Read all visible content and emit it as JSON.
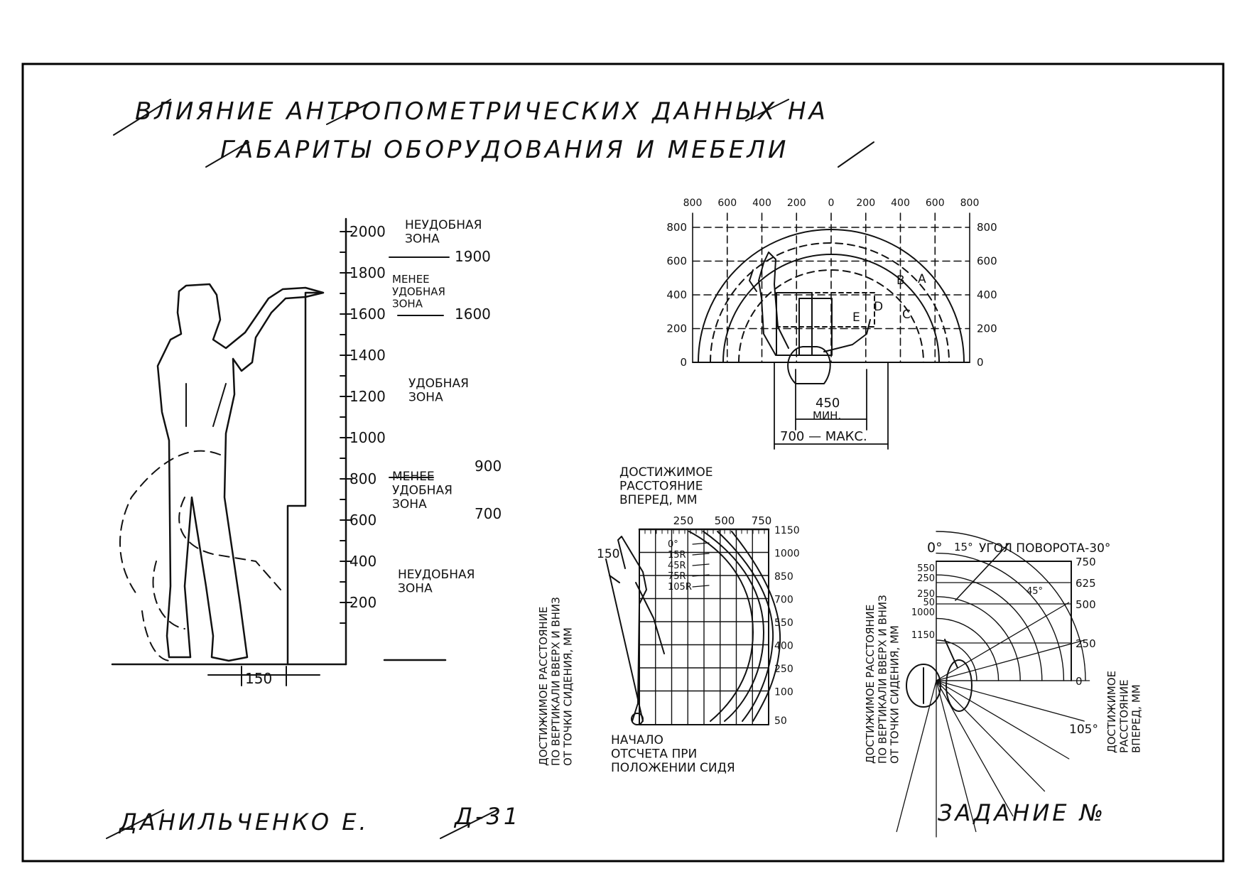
{
  "title": {
    "line1": "ВЛИЯНИЕ АНТРОПОМЕТРИЧЕСКИХ ДАННЫХ НА",
    "line2": "ГАБАРИТЫ ОБОРУДОВАНИЯ И МЕБЕЛИ"
  },
  "footer": {
    "author": "ДАНИЛЬЧЕНКО Е.",
    "group": "Д-31",
    "task": "ЗАДАНИЕ №"
  },
  "standing": {
    "scale_ticks": [
      "2000",
      "1800",
      "1600",
      "1400",
      "1200",
      "1000",
      "800",
      "600",
      "400",
      "200"
    ],
    "zone_top": "НЕУДОБНАЯ\nЗОНА",
    "mark_1900": "1900",
    "zone_less_upper": "МЕНЕЕ\nУДОБНАЯ\nЗОНА",
    "mark_1600": "1600",
    "zone_convenient": "УДОБНАЯ\nЗОНА",
    "mark_900": "900",
    "zone_less_lower": "МЕНЕЕ\nУДОБНАЯ\nЗОНА",
    "mark_700": "700",
    "zone_bottom": "НЕУДОБНАЯ\nЗОНА",
    "dim_foot": "150"
  },
  "plan": {
    "top_ticks": [
      "800",
      "600",
      "400",
      "200",
      "0",
      "200",
      "400",
      "600",
      "800"
    ],
    "left_ticks": [
      "800",
      "600",
      "400",
      "200",
      "0"
    ],
    "right_ticks": [
      "800",
      "600",
      "400",
      "200",
      "0"
    ],
    "zone_labels": [
      "A",
      "B",
      "C",
      "D",
      "E"
    ],
    "dim_min_value": "450",
    "dim_min_label": "МИН.",
    "dim_max": "700 — МАКС."
  },
  "side_reach": {
    "title": "ДОСТИЖИМОЕ\nРАССТОЯНИЕ\nВПЕРЕД, ММ",
    "top_ticks": [
      "250",
      "500",
      "750"
    ],
    "right_ticks": [
      "1150",
      "1000",
      "850",
      "700",
      "550",
      "400",
      "250",
      "100",
      "50"
    ],
    "curve_labels": [
      "0°",
      "15R",
      "45R",
      "75R",
      "105R"
    ],
    "angle_label": "150",
    "axis_left": "ДОСТИЖИМОЕ РАССТОЯНИЕ\nПО ВЕРТИКАЛИ ВВЕРХ И ВНИЗ\nОТ ТОЧКИ СИДЕНИЯ, ММ",
    "origin_caption": "НАЧАЛО\nОТСЧЕТА ПРИ\nПОЛОЖЕНИИ СИДЯ"
  },
  "rotation_reach": {
    "angle_0": "0°",
    "angle_15": "15°",
    "rotation_label": "УГОЛ ПОВОРОТА-30°",
    "angle_45": "45°",
    "angle_105": "105°",
    "left_ticks": [
      "550",
      "250",
      "250",
      "50",
      "1000",
      "1150"
    ],
    "right_ticks": [
      "750",
      "625",
      "500",
      "250",
      "0"
    ],
    "axis_left": "ДОСТИЖИМОЕ РАССТОЯНИЕ\nПО ВЕРТИКАЛИ ВВЕРХ И ВНИЗ\nОТ ТОЧКИ СИДЕНИЯ, ММ",
    "axis_right": "ДОСТИЖИМОЕ\nРАССТОЯНИЕ\nВПЕРЕД, ММ"
  }
}
